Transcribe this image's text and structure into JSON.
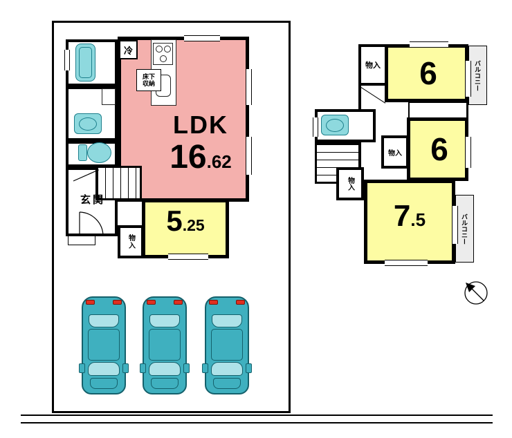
{
  "colors": {
    "ldk_pink": "#f4b0ad",
    "room_yellow": "#fdfca3",
    "fixture_cyan": "#8ed9de",
    "car_teal": "#3fb0bf"
  },
  "floor1": {
    "ldk": {
      "name": "LDK",
      "area_int": "16",
      "area_dec": ".62"
    },
    "fridge_label": "冷",
    "underfloor_storage": {
      "line1": "床下",
      "line2": "収納"
    },
    "entrance_label": "玄関",
    "closet_label": "物入",
    "room_5_25": {
      "area_int": "5",
      "area_dec": ".25"
    }
  },
  "floor2": {
    "room_6_top": {
      "area": "6"
    },
    "room_6_mid": {
      "area": "6"
    },
    "room_7_5": {
      "area_int": "7",
      "area_dec": ".5"
    },
    "closet_top_label": "物入",
    "closet_mid_label": "物入",
    "closet_center_label": "物入",
    "balcony_top_label": "バルコニー",
    "balcony_bottom_label": "バルコニー"
  }
}
